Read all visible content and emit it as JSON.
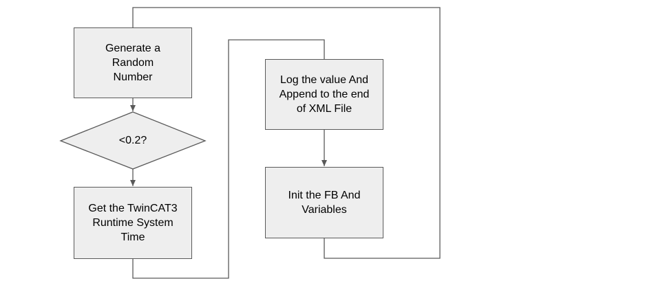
{
  "nodes": {
    "generate": {
      "label": "Generate a\nRandom\nNumber"
    },
    "decision": {
      "label": "<0.2?"
    },
    "get_time": {
      "label": "Get the TwinCAT3\nRuntime System\nTime"
    },
    "log_value": {
      "label": "Log the value And\nAppend to the end\nof XML File"
    },
    "init_fb": {
      "label": "Init the FB And\nVariables"
    }
  },
  "colors": {
    "box_fill": "#eeeeee",
    "stroke": "#595959",
    "text": "#000000"
  }
}
